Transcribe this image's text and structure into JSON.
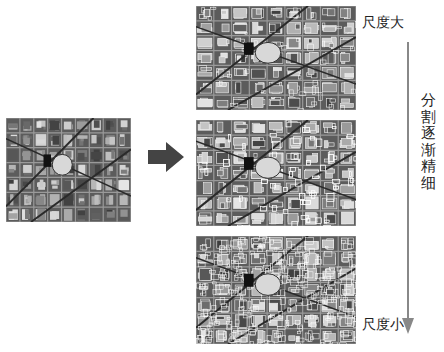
{
  "diagram": {
    "labels": [
      "尺度大",
      "分割逐渐精细",
      "尺度小"
    ]
  }
}
